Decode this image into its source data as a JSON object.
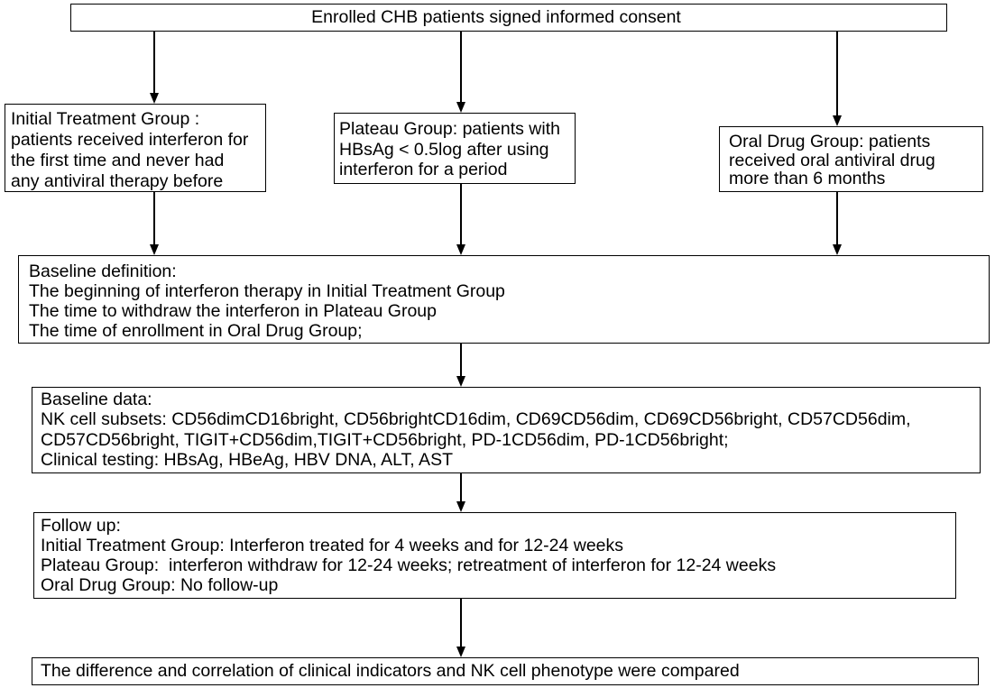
{
  "enrollment": {
    "text": "Enrolled CHB patients signed informed consent"
  },
  "groups": {
    "initial": {
      "lines": [
        "Initial Treatment Group :",
        "patients received interferon for",
        "the first time and never had",
        "any antiviral therapy before"
      ]
    },
    "plateau": {
      "lines": [
        "Plateau Group: patients with",
        "HBsAg < 0.5log after using",
        "interferon for a period"
      ]
    },
    "oral": {
      "lines": [
        "Oral Drug Group: patients",
        "received oral antiviral drug",
        "more than 6 months"
      ]
    }
  },
  "baseline_definition": {
    "lines": [
      "Baseline definition:",
      "The beginning of interferon therapy in Initial Treatment Group",
      "The time to withdraw the interferon in Plateau Group",
      "The time of enrollment in Oral Drug Group;"
    ]
  },
  "baseline_data": {
    "lines": [
      "Baseline data:",
      "NK cell subsets: CD56dimCD16bright, CD56brightCD16dim, CD69CD56dim, CD69CD56bright, CD57CD56dim,",
      "CD57CD56bright, TIGIT+CD56dim,TIGIT+CD56bright, PD-1CD56dim, PD-1CD56bright;",
      "Clinical testing: HBsAg, HBeAg, HBV DNA, ALT, AST"
    ]
  },
  "follow_up": {
    "lines": [
      "Follow up:",
      "Initial Treatment Group: Interferon treated for 4 weeks and for 12-24 weeks",
      "Plateau Group:  interferon withdraw for 12-24 weeks; retreatment of interferon for 12-24 weeks",
      "Oral Drug Group: No follow-up"
    ]
  },
  "outcome": {
    "text": "The difference and correlation of clinical indicators and NK cell phenotype were compared"
  },
  "colors": {
    "stroke": "#000000",
    "background": "#ffffff"
  }
}
